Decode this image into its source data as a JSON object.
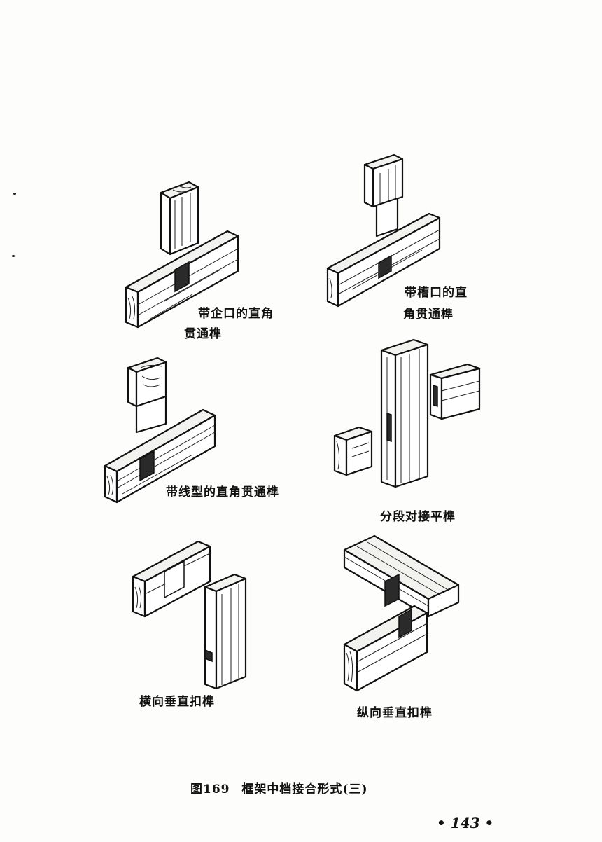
{
  "figures": [
    {
      "label_lines": [
        "带企口的直角",
        "贯通榫"
      ]
    },
    {
      "label_lines": [
        "带槽口的直",
        "角贯通榫"
      ]
    },
    {
      "label_lines": [
        "带线型的直角贯通榫"
      ]
    },
    {
      "label_lines": [
        "分段对接平榫"
      ]
    },
    {
      "label_lines": [
        "横向垂直扣榫"
      ]
    },
    {
      "label_lines": [
        "纵向垂直扣榫"
      ]
    }
  ],
  "caption": {
    "number": "图169",
    "title": "框架中档接合形式(三)"
  },
  "page_number": "• 143 •"
}
